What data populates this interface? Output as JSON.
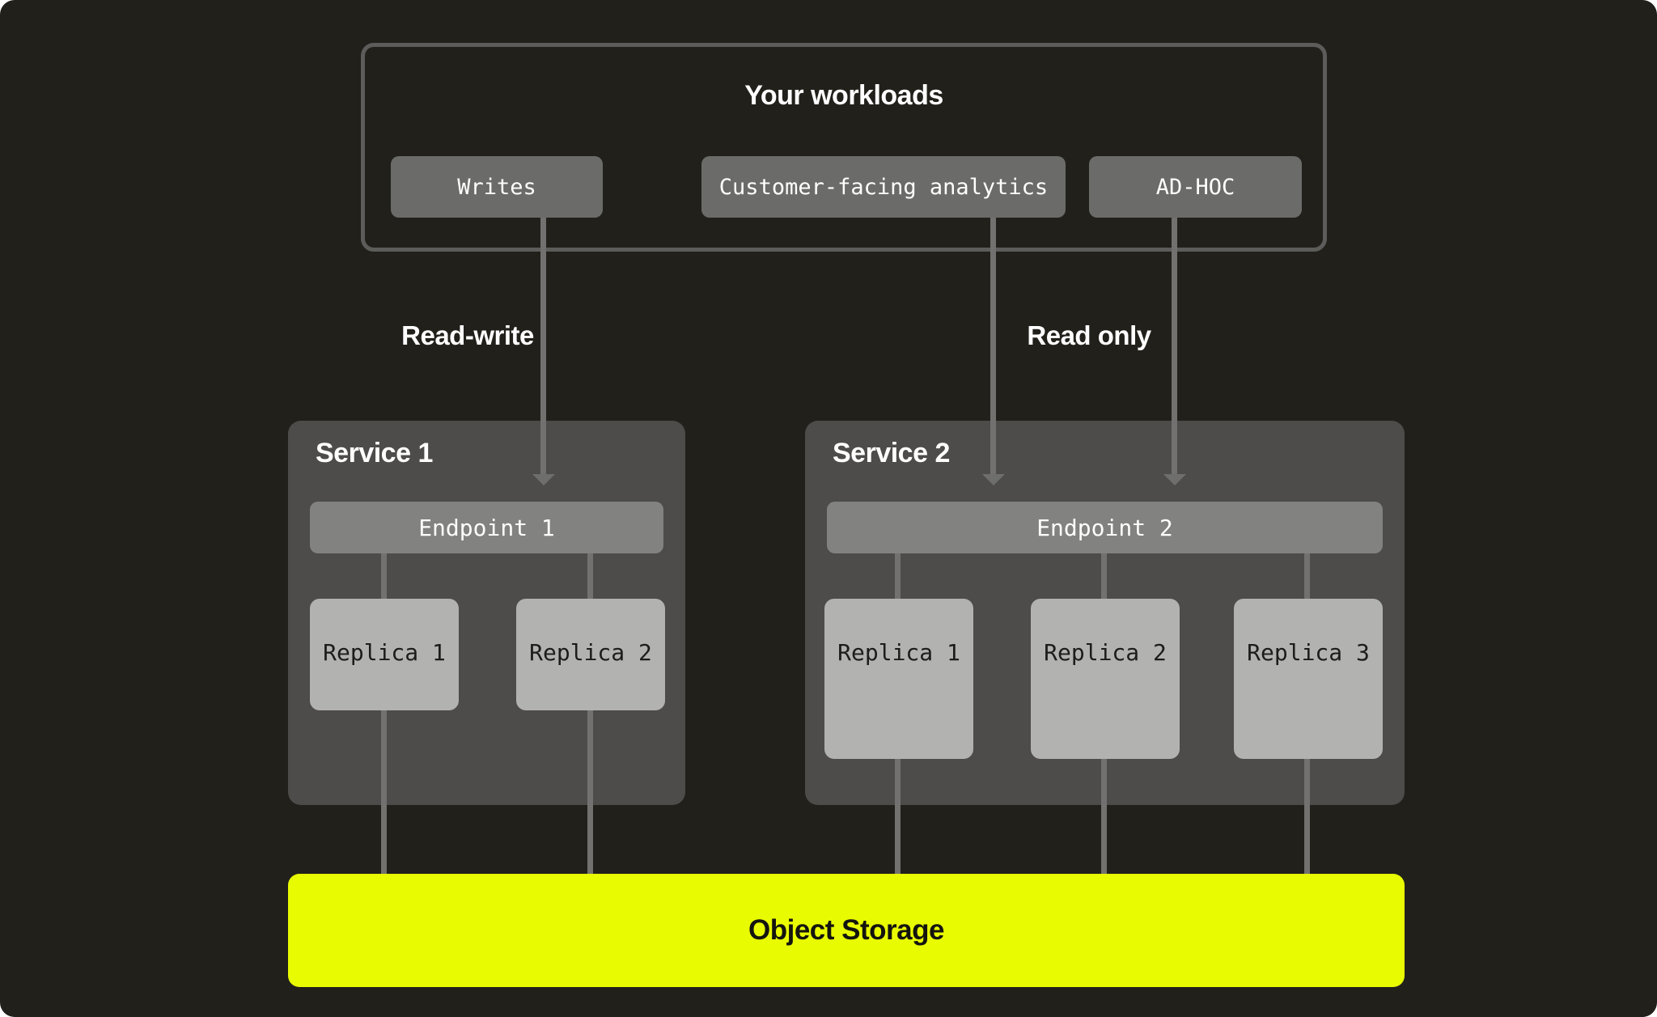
{
  "workloads": {
    "title": "Your workloads",
    "items": [
      {
        "label": "Writes"
      },
      {
        "label": "Customer-facing analytics"
      },
      {
        "label": "AD-HOC"
      }
    ]
  },
  "edges": {
    "read_write_label": "Read-write",
    "read_only_label": "Read only"
  },
  "services": [
    {
      "title": "Service 1",
      "endpoint": "Endpoint 1",
      "replicas": [
        "Replica 1",
        "Replica 2"
      ]
    },
    {
      "title": "Service 2",
      "endpoint": "Endpoint 2",
      "replicas": [
        "Replica 1",
        "Replica 2",
        "Replica 3"
      ]
    }
  ],
  "storage": {
    "label": "Object Storage"
  },
  "colors": {
    "background": "#21201b",
    "panel_gray": "#4d4c4a",
    "node_gray": "#6b6b69",
    "endpoint_gray": "#828280",
    "replica_gray": "#b2b2b0",
    "connector_gray": "#72716f",
    "border_gray": "#5c5c5a",
    "accent_yellow": "#e9fb00",
    "text_light": "#ffffff",
    "text_dark": "#1c1c1a"
  }
}
